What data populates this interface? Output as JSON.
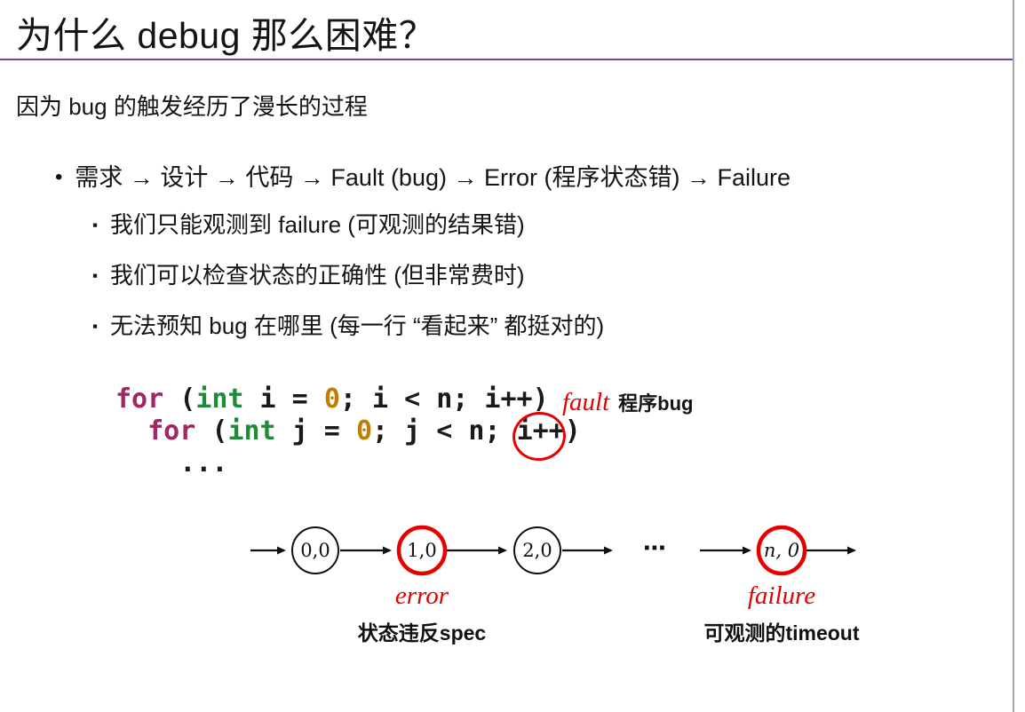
{
  "slide": {
    "title": "为什么 debug 那么困难？",
    "intro": "因为 bug 的触发经历了漫长的过程",
    "main_bullet": "需求 → 设计 → 代码 → Fault (bug) → Error (程序状态错) → Failure",
    "sub_bullets": [
      {
        "text": "我们只能观测到 failure (可观测的结果错)"
      },
      {
        "text": "我们可以检查状态的正确性 (但非常费时)"
      },
      {
        "text": "无法预知 bug 在哪里 (每一行 “看起来” 都挺对的)"
      }
    ],
    "markers": {
      "dot": "•",
      "square": "▪"
    }
  },
  "code": {
    "line1": {
      "kw": "for",
      "p1": " (",
      "type": "int",
      "p2": " i = ",
      "num": "0",
      "p3": "; i < n; i++)"
    },
    "line2": {
      "indent": "  ",
      "kw": "for",
      "p1": " (",
      "type": "int",
      "p2": " j = ",
      "num": "0",
      "p3": "; j < n; ",
      "circled": "i++",
      "p4": ")"
    },
    "line3": {
      "indent": "    ",
      "text": "..."
    },
    "fault_label": "fault",
    "fault_note": "程序bug"
  },
  "diagram": {
    "states": [
      "0,0",
      "1,0",
      "2,0",
      "n, 0"
    ],
    "ellipsis": "⋯",
    "error_label": "error",
    "error_caption": "状态违反spec",
    "failure_label": "failure",
    "failure_caption": "可观测的timeout"
  },
  "colors": {
    "title_rule_purple": "#7e3f9d",
    "highlight_red": "#e60000",
    "keyword_magenta": "#a02664",
    "type_green": "#1d8b37",
    "number_orange": "#c27c00",
    "text_black": "#141414"
  }
}
